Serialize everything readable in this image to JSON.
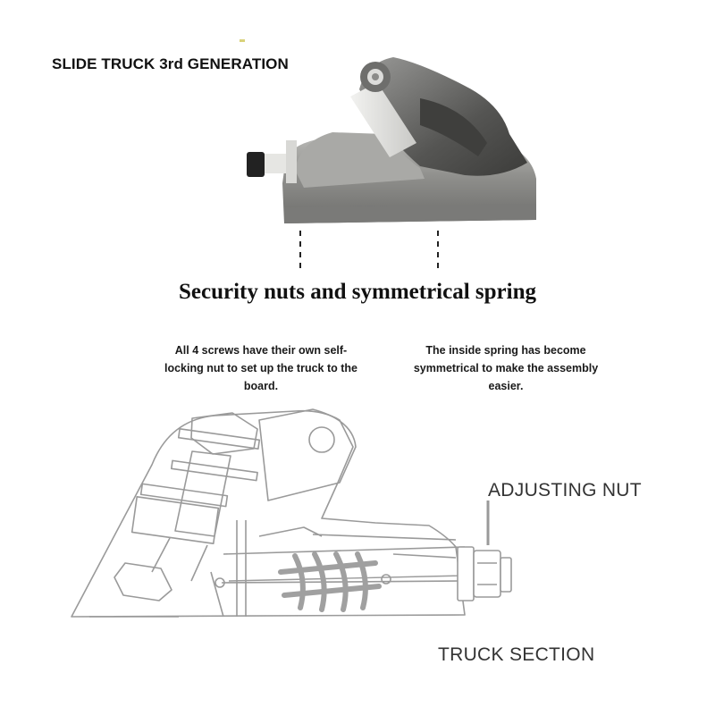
{
  "title": "SLIDE TRUCK 3rd GENERATION",
  "heading": "Security nuts and symmetrical spring",
  "notes": {
    "left": "All 4 screws have their own self-locking nut to set up the truck to the board.",
    "right": "The inside spring has become symmetrical to make the assembly easier."
  },
  "labels": {
    "adjusting_nut": "ADJUSTING NUT",
    "truck_section": "TRUCK SECTION"
  },
  "colors": {
    "metal": "#8a8a88",
    "line_art": "#9a9a9a",
    "spring": "#a0a0a0",
    "text": "#111111"
  }
}
